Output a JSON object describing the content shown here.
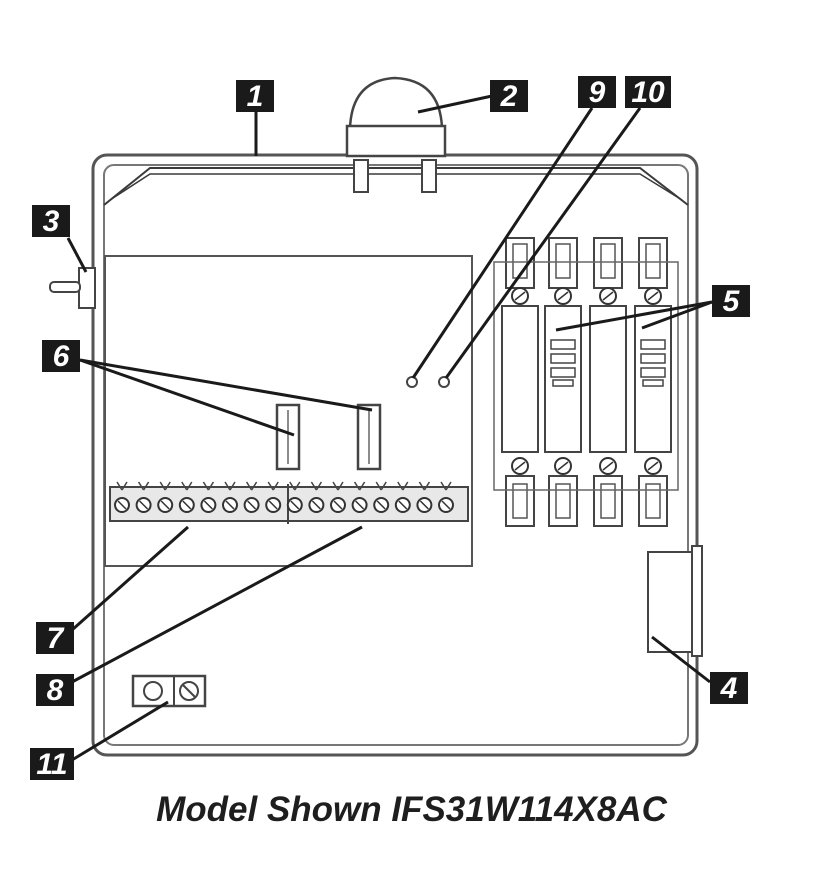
{
  "callouts": {
    "c1": "1",
    "c2": "2",
    "c3": "3",
    "c4": "4",
    "c5": "5",
    "c6": "6",
    "c7": "7",
    "c8": "8",
    "c9": "9",
    "c10": "10",
    "c11": "11"
  },
  "caption": "Model Shown IFS31W114X8AC"
}
